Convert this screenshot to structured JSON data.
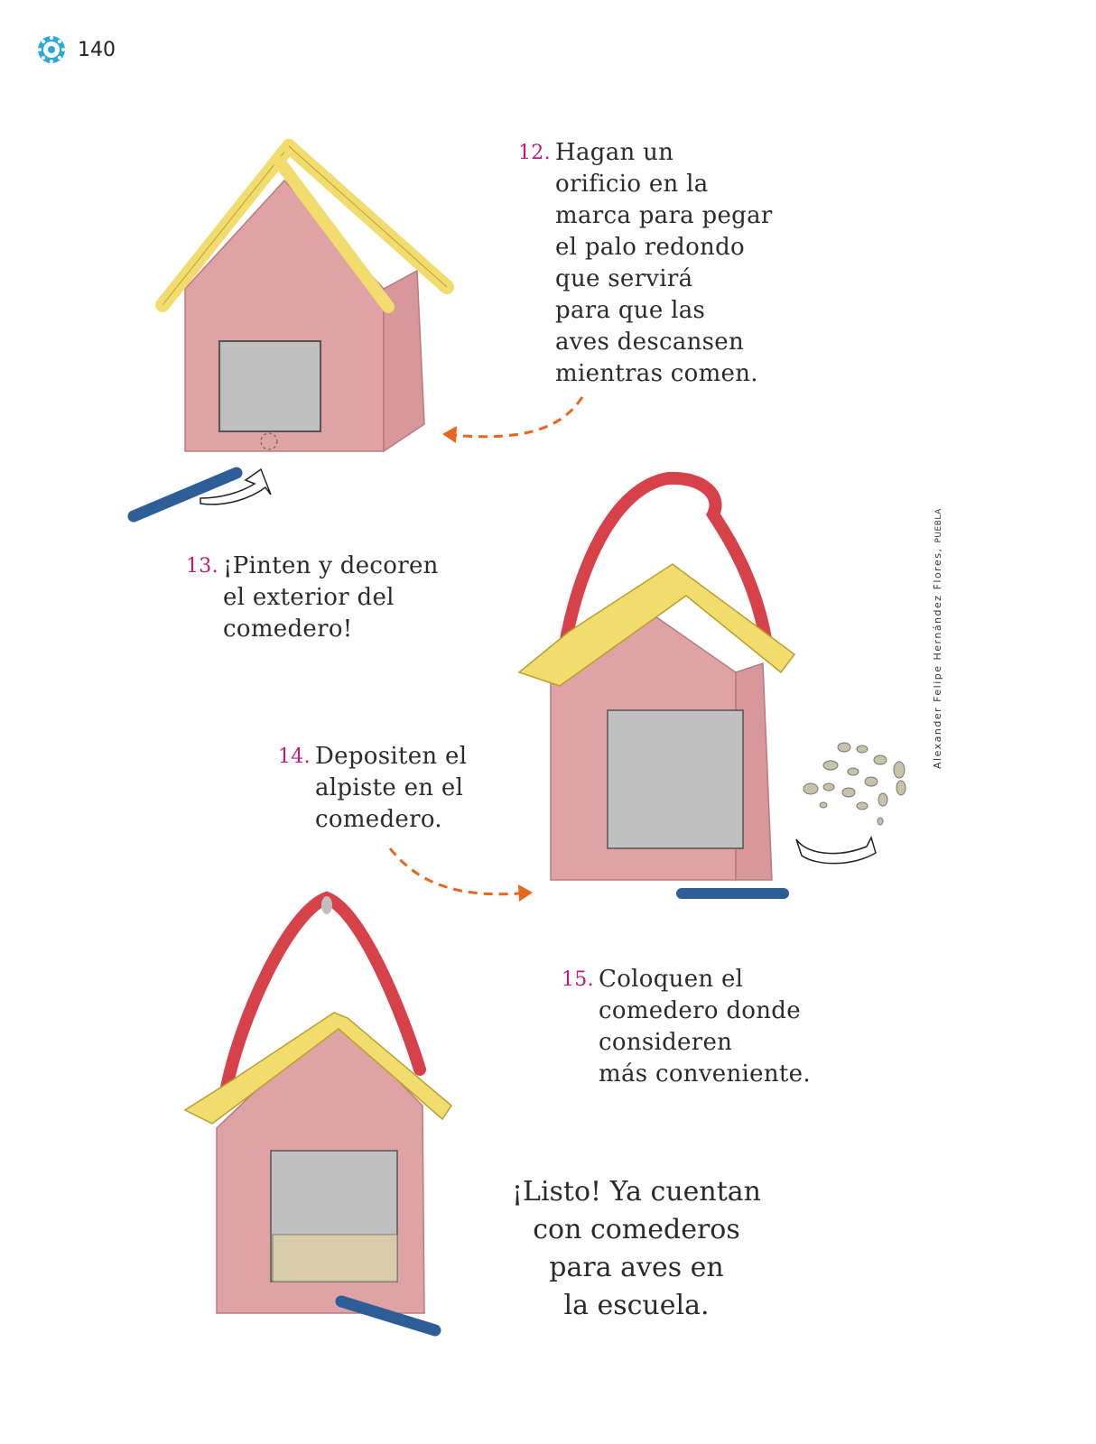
{
  "page": {
    "number": "140",
    "accent_color": "#2aa8d8"
  },
  "steps": [
    {
      "number": "12.",
      "text": "Hagan un\norificio en la\nmarca para pegar\nel palo redondo\nque servirá\npara que las\naves descansen\nmientras comen."
    },
    {
      "number": "13.",
      "text": "¡Pinten y decoren\nel exterior del\ncomedero!"
    },
    {
      "number": "14.",
      "text": "Depositen el\nalpiste en el\ncomedero."
    },
    {
      "number": "15.",
      "text": "Coloquen el\ncomedero donde\nconsideren\nmás conveniente."
    }
  ],
  "closing": "¡Listo! Ya cuentan\ncon comederos\npara aves en\nla escuela.",
  "credit": {
    "author": "Alexander Felipe Hernández Flores",
    "signature": "PUEBLA"
  },
  "colors": {
    "step_number": "#c2187a",
    "arrow": "#e8661f",
    "house": "#dfa3a6",
    "roof": "#f2dc6e",
    "window": "#c0c0c0",
    "perch": "#2e5e98",
    "handle": "#d6414a"
  },
  "icons": [
    "page-badge-icon"
  ]
}
